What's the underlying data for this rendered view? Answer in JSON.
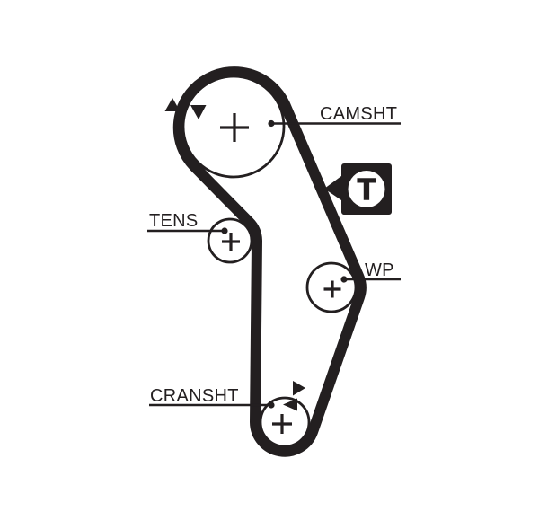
{
  "diagram": {
    "background_color": "#ffffff",
    "ink_color": "#231f20",
    "callouts": {
      "camshaft": "CAMSHT",
      "tensioner": "TENS",
      "water_pump": "WP",
      "crankshaft": "CRANSHT"
    },
    "tension_badge": {
      "letter": "T"
    },
    "marks": {
      "camshaft_alignment": [
        "triangle-up-icon",
        "triangle-down-icon"
      ],
      "crankshaft_alignment": [
        "triangle-right-icon",
        "triangle-left-icon"
      ]
    }
  }
}
